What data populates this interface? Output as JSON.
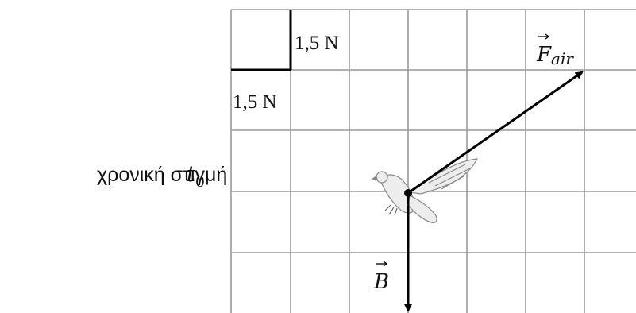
{
  "caption": {
    "text": "χρονική στιγμή",
    "symbol": "t",
    "subscript": "0"
  },
  "scale": {
    "horizontal_label": "1,5 N",
    "vertical_label": "1,5 N"
  },
  "vectors": [
    {
      "id": "F_air",
      "symbol": "F",
      "subscript": "air",
      "components": [
        3,
        2
      ],
      "unit_cells": true
    },
    {
      "id": "B",
      "symbol": "B",
      "subscript": "",
      "components": [
        0,
        -2
      ],
      "unit_cells": true
    }
  ],
  "colors": {
    "grid": "#9a9a9a",
    "vectors": "#000000",
    "scale_box": "#000000"
  },
  "icons": {
    "bird": "pigeon-in-flight",
    "application_point": "dot"
  }
}
